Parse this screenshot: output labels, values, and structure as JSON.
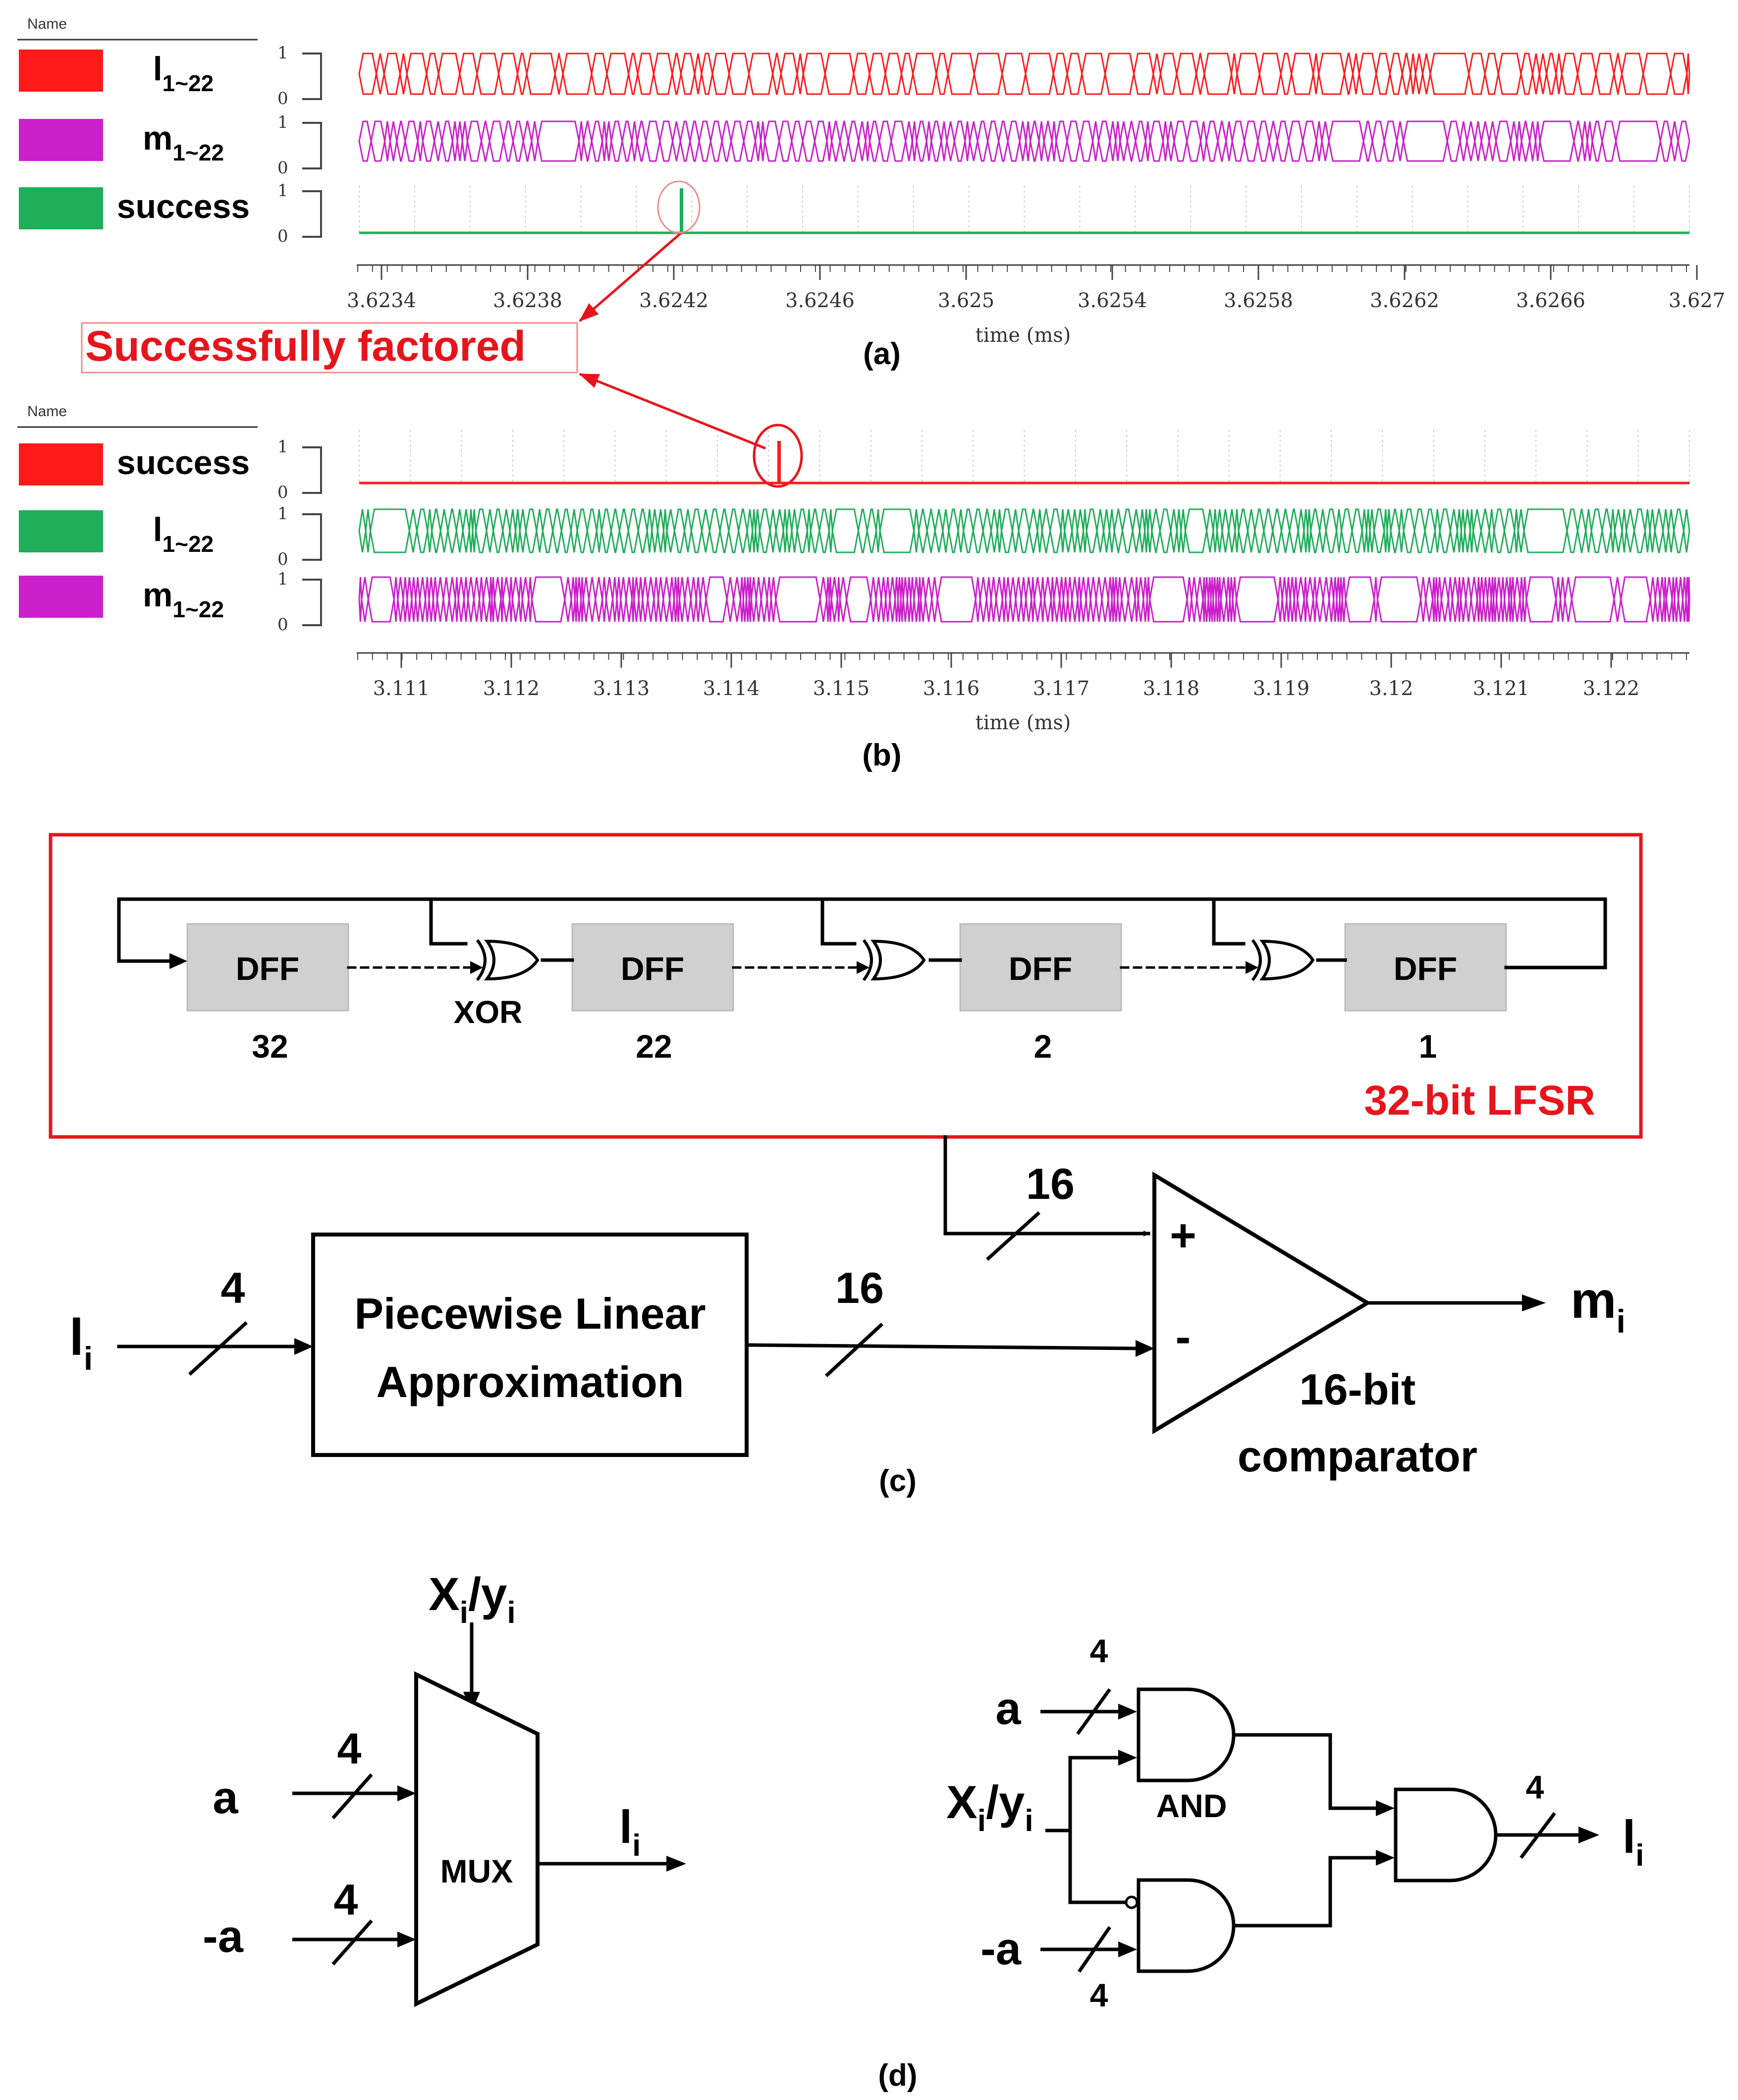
{
  "colors": {
    "red": "#ff1a1a",
    "magenta": "#cc1fcc",
    "green": "#1fae5a",
    "grey_box": "#d0d0d0",
    "axis": "#444444",
    "lfsr_border": "#e8141c"
  },
  "panel_a": {
    "header": "Name",
    "signals": [
      {
        "name": "l",
        "sub": "1~22",
        "color": "#ff1a1a",
        "hi": "1",
        "lo": "0"
      },
      {
        "name": "m",
        "sub": "1~22",
        "color": "#cc1fcc",
        "hi": "1",
        "lo": "0"
      },
      {
        "name": "success",
        "sub": "",
        "color": "#1fae5a",
        "hi": "1",
        "lo": "0"
      }
    ],
    "ticks": [
      "3.6234",
      "3.6238",
      "3.6242",
      "3.6246",
      "3.625",
      "3.6254",
      "3.6258",
      "3.6262",
      "3.6266",
      "3.627"
    ],
    "xlabel": "time (ms)",
    "label": "(a)"
  },
  "annotation": "Successfully factored",
  "panel_b": {
    "header": "Name",
    "signals": [
      {
        "name": "success",
        "sub": "",
        "color": "#ff1a1a",
        "hi": "1",
        "lo": "0"
      },
      {
        "name": "l",
        "sub": "1~22",
        "color": "#1fae5a",
        "hi": "1",
        "lo": "0"
      },
      {
        "name": "m",
        "sub": "1~22",
        "color": "#cc1fcc",
        "hi": "1",
        "lo": "0"
      }
    ],
    "ticks": [
      "3.111",
      "3.112",
      "3.113",
      "3.114",
      "3.115",
      "3.116",
      "3.117",
      "3.118",
      "3.119",
      "3.12",
      "3.121",
      "3.122"
    ],
    "xlabel": "time (ms)",
    "label": "(b)"
  },
  "panel_c": {
    "lfsr_title": "32-bit LFSR",
    "dff_label": "DFF",
    "dff_indices": [
      "32",
      "22",
      "2",
      "1"
    ],
    "xor_label": "XOR",
    "bus_top": "16",
    "bus_in": "4",
    "bus_mid": "16",
    "input": "l",
    "input_sub": "i",
    "pla_line1": "Piecewise Linear",
    "pla_line2": "Approximation",
    "plus": "+",
    "minus": "-",
    "comp_line1": "16-bit",
    "comp_line2": "comparator",
    "output": "m",
    "output_sub": "i",
    "label": "(c)"
  },
  "panel_d": {
    "select": "X",
    "select_sub": "i",
    "select_sep": "/y",
    "select_sub2": "i",
    "in_a": "a",
    "in_na": "-a",
    "bus_a": "4",
    "bus_na": "4",
    "mux_label": "MUX",
    "out": "l",
    "out_sub": "i",
    "and_label": "AND",
    "bus_out": "4",
    "label": "(d)"
  }
}
